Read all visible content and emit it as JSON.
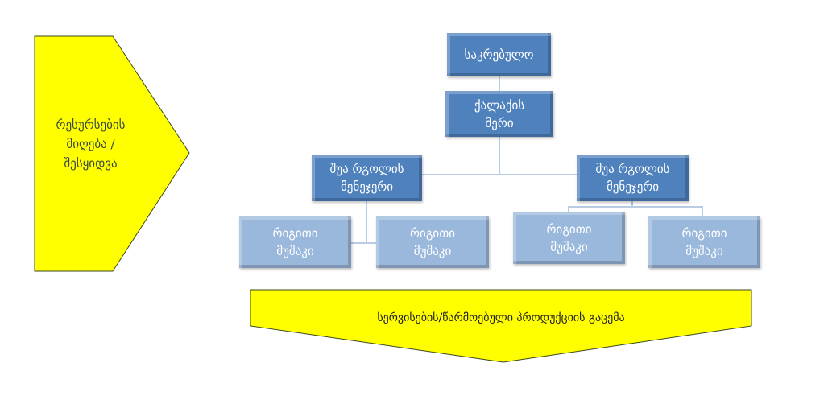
{
  "colors": {
    "arrow_fill": "#ffff00",
    "dark_box": "#4f81bd",
    "light_box": "#9ab8dc",
    "connector": "#b8cce4",
    "input_text": "#3b4a3a"
  },
  "input_arrow": {
    "label": "რესურსების მიღება / შესყიდვა"
  },
  "output_arrow": {
    "label": "სერვისების/წარმოებული პროდუქციის გაცემა"
  },
  "org": {
    "council": "საკრებულო",
    "mayor": "ქალაქის მერი",
    "managers": [
      "შუა რგოლის მენეჯერი",
      "შუა რგოლის მენეჯერი"
    ],
    "workers": [
      "რიგითი მუშაკი",
      "რიგითი მუშაკი",
      "რიგითი მუშაკი",
      "რიგითი მუშაკი"
    ]
  }
}
